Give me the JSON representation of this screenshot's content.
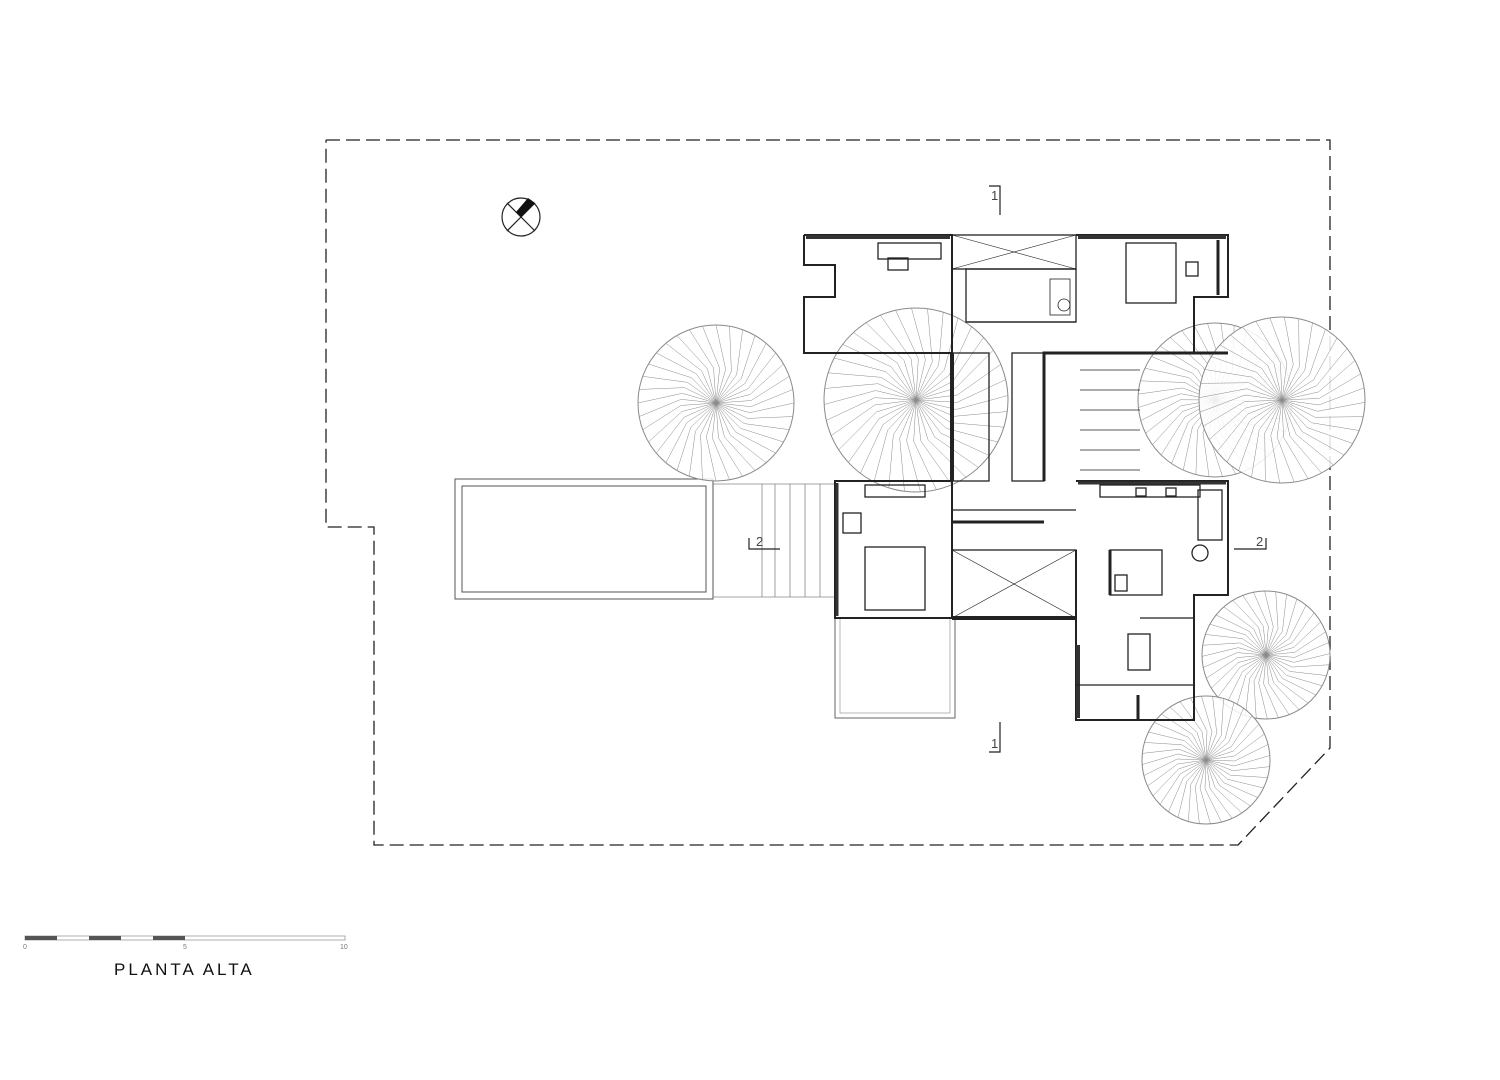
{
  "drawing": {
    "title": "PLANTA ALTA",
    "scale_bar": {
      "ticks": [
        "0",
        "5",
        "10"
      ]
    },
    "section_marks": [
      {
        "id": "top",
        "label": "1"
      },
      {
        "id": "bottom",
        "label": "1"
      },
      {
        "id": "left",
        "label": "2"
      },
      {
        "id": "right",
        "label": "2"
      }
    ],
    "colors": {
      "line": "#222222",
      "wall": "#333333",
      "tree": "#8a8a8a",
      "site": "#222222"
    }
  }
}
